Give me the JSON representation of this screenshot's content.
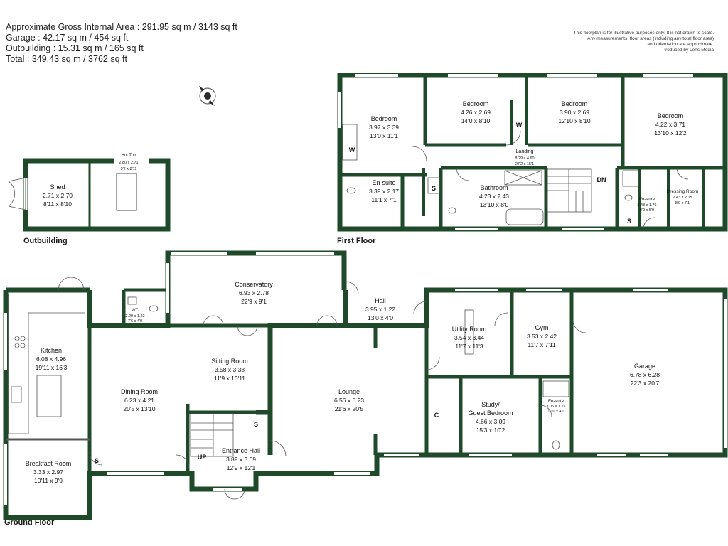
{
  "header": {
    "line1": "Approximate Gross Internal Area : 291.95 sq m / 3143 sq ft",
    "line2": "Garage : 42.17 sq m / 454 sq ft",
    "line3": "Outbuilding : 15.31 sq m / 165 sq ft",
    "line4": "Total : 349.43 sq m / 3762 sq ft"
  },
  "disclaimer": {
    "line1": "This floorplan is for illustrative purposes only. It is not drawn to scale.",
    "line2": "Any measurements, floor areas (including any total floor area)",
    "line3": "and orientation are approximate.",
    "line4": "Produced by Lens-Media"
  },
  "floors": {
    "outbuilding": "Outbuilding",
    "first": "First Floor",
    "ground": "Ground Floor"
  },
  "rooms": {
    "shed": {
      "name": "Shed",
      "m": "2.71 x 2.70",
      "ft": "8'11 x 8'10"
    },
    "hot_tub": {
      "name": "Hot Tub",
      "m": "2.80 x 2.71",
      "ft": "9'2 x 8'11"
    },
    "bed1": {
      "name": "Bedroom",
      "m": "3.97 x 3.39",
      "ft": "13'0 x 11'1"
    },
    "bed2": {
      "name": "Bedroom",
      "m": "4.26 x 2.69",
      "ft": "14'0 x 8'10"
    },
    "bed3": {
      "name": "Bedroom",
      "m": "3.90 x 2.69",
      "ft": "12'10 x 8'10"
    },
    "bed4": {
      "name": "Bedroom",
      "m": "4.22 x 3.71",
      "ft": "13'10 x 12'2"
    },
    "landing": {
      "name": "Landing",
      "m": "8.29 x 4.60",
      "ft": "27'2 x 15'1"
    },
    "ensuite1": {
      "name": "En-suite",
      "m": "3.39 x 2.17",
      "ft": "11'1 x 7'1"
    },
    "bathroom": {
      "name": "Bathroom",
      "m": "4.23 x 2.43",
      "ft": "13'10 x 8'0"
    },
    "ensuite2": {
      "name": "En-suite",
      "m": "2.43 x 1.76",
      "ft": "8'0 x 5'9"
    },
    "dressing": {
      "name": "Dressing Room",
      "m": "2.43 x 2.15",
      "ft": "8'0 x 7'1"
    },
    "conservatory": {
      "name": "Conservatory",
      "m": "6.93 x 2.78",
      "ft": "22'9 x 9'1"
    },
    "wc": {
      "name": "WC",
      "m": "2.29 x 1.22",
      "ft": "7'6 x 4'0"
    },
    "hall": {
      "name": "Hall",
      "m": "3.95 x 1.22",
      "ft": "13'0 x 4'0"
    },
    "kitchen": {
      "name": "Kitchen",
      "m": "6.08 x 4.96",
      "ft": "19'11 x 16'3"
    },
    "sitting": {
      "name": "Sitting Room",
      "m": "3.58 x 3.33",
      "ft": "11'9 x 10'11"
    },
    "utility": {
      "name": "Utility Room",
      "m": "3.54 x 3.44",
      "ft": "11'7 x 11'3"
    },
    "gym": {
      "name": "Gym",
      "m": "3.53 x 2.42",
      "ft": "11'7 x 7'11"
    },
    "dining": {
      "name": "Dining Room",
      "m": "6.23 x 4.21",
      "ft": "20'5 x 13'10"
    },
    "lounge": {
      "name": "Lounge",
      "m": "6.56 x 6.23",
      "ft": "21'6 x 20'5"
    },
    "garage": {
      "name": "Garage",
      "m": "6.78 x 6.28",
      "ft": "22'3 x 20'7"
    },
    "study": {
      "name1": "Study/",
      "name2": "Guest Bedroom",
      "m": "4.66 x 3.09",
      "ft": "15'3 x 10'2"
    },
    "ensuite3": {
      "name": "En-suite",
      "m": "3.05 x 1.21",
      "ft": "10'0 x 4'0"
    },
    "entrance": {
      "name": "Entrance Hall",
      "m": "3.89 x 3.69",
      "ft": "12'9 x 12'1"
    },
    "breakfast": {
      "name": "Breakfast Room",
      "m": "3.33 x 2.97",
      "ft": "10'11 x 9'9"
    }
  },
  "markers": {
    "w": "W",
    "s": "S",
    "c": "C",
    "up": "UP",
    "dn": "DN"
  },
  "colors": {
    "wall": "#1f4a2a",
    "window": "#ffffff",
    "line": "#555555"
  }
}
